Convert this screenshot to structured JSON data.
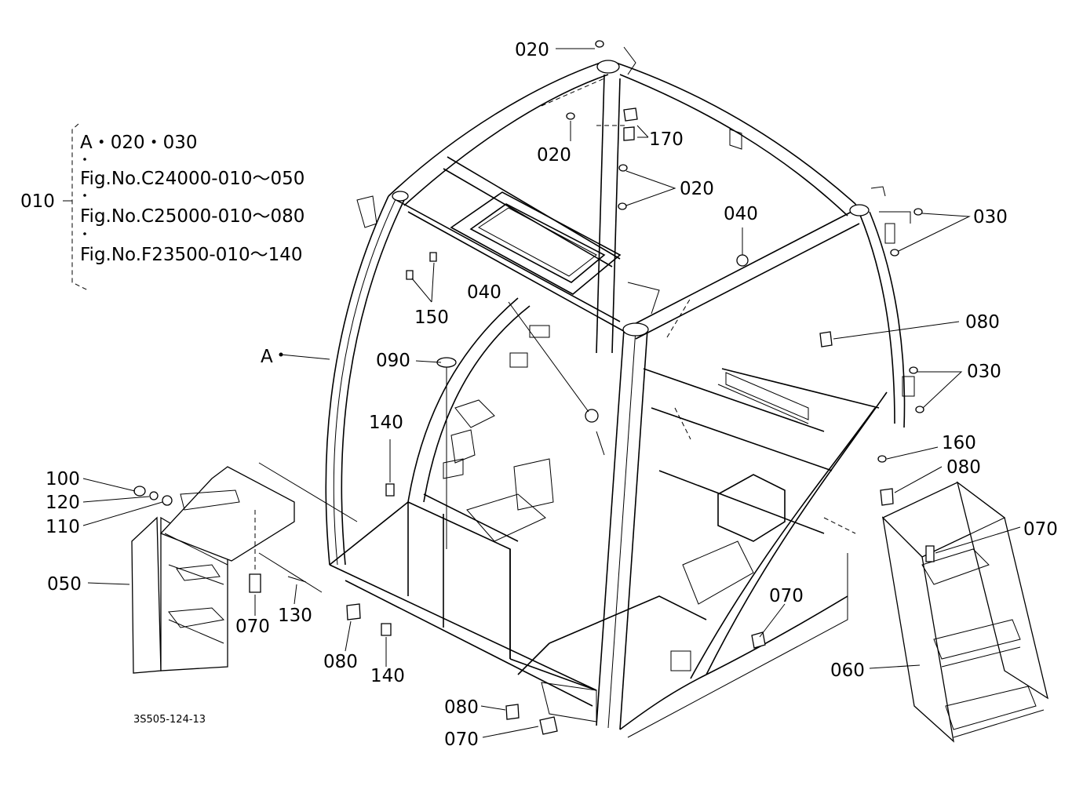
{
  "reference_note": {
    "group_label": "010",
    "lines": [
      "A・020・030",
      "Fig.No.C24000-010～050",
      "Fig.No.C25000-010～080",
      "Fig.No.F23500-010～140"
    ]
  },
  "labels": {
    "l020a": "020",
    "l020b": "020",
    "l020c": "020",
    "l170": "170",
    "l030a": "030",
    "l030b": "030",
    "l040a": "040",
    "l040b": "040",
    "l150": "150",
    "lA": "A",
    "l090": "090",
    "l080a": "080",
    "l080b": "080",
    "l080c": "080",
    "l080d": "080",
    "l140a": "140",
    "l140b": "140",
    "l160": "160",
    "l100": "100",
    "l120": "120",
    "l110": "110",
    "l050": "050",
    "l070a": "070",
    "l070b": "070",
    "l070c": "070",
    "l070d": "070",
    "l130": "130",
    "l060": "060"
  },
  "drawing_code": "3S505-124-13"
}
